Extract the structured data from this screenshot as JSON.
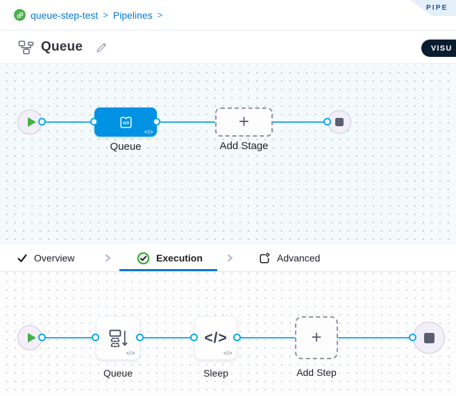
{
  "breadcrumb": {
    "project": "queue-step-test",
    "separator1": ">",
    "pipelines_link": "Pipelines",
    "separator2": ">"
  },
  "ribbon": {
    "label": "PIPE"
  },
  "header": {
    "title": "Queue",
    "mode_button": "VISU"
  },
  "stage_canvas": {
    "stage_name": "Queue",
    "stage_code_badge": "</>",
    "add_stage": "Add Stage",
    "plus": "+"
  },
  "tabs": {
    "overview": "Overview",
    "execution": "Execution",
    "advanced": "Advanced"
  },
  "step_canvas": {
    "step1_name": "Queue",
    "code_badge1": "</>",
    "step2_name": "Sleep",
    "sleep_icon": "</>",
    "code_badge2": "</>",
    "add_step": "Add Step",
    "plus": "+"
  },
  "colors": {
    "accent_blue": "#0278D5",
    "stage_node_blue": "#0192E4",
    "edge_cyan": "#27A9E8",
    "success_green": "#42AB45",
    "mode_pill_bg": "#0A1C30",
    "canvas1_bg": "#F4F9FC",
    "canvas2_bg": "#FDFDFE"
  }
}
